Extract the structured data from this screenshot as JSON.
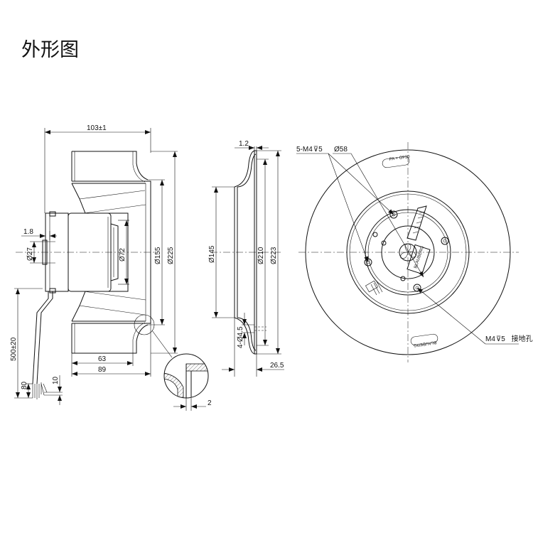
{
  "title": "外形图",
  "side_view": {
    "dims": {
      "overall_width": "103±1",
      "flange_thk": "1.8",
      "hub_dia": "Ø27",
      "motor_dia": "Ø72",
      "inlet_dia": "Ø155",
      "outer_dia": "Ø225",
      "cable_length": "500±20",
      "cable_strip": "80",
      "wire_end": "10",
      "depth_63": "63",
      "depth_89": "89",
      "detail_2": "2"
    }
  },
  "profile_view": {
    "dims": {
      "lip": "1.2",
      "inner_dia": "Ø145",
      "dia_210": "Ø210",
      "dia_223": "Ø223",
      "holes": "4-Ø4.5",
      "depth": "26.5"
    }
  },
  "front_view": {
    "labels": {
      "screw_holes": "5-M4",
      "screw_depth": "5",
      "hub_dia": "Ø58",
      "ground_hole": "M4",
      "ground_depth": "5",
      "ground_text": "接地孔",
      "material_mark": "PA + GF30",
      "brand_mark": "BLAUBERG",
      "logo_text": "BLAUBERG"
    }
  }
}
